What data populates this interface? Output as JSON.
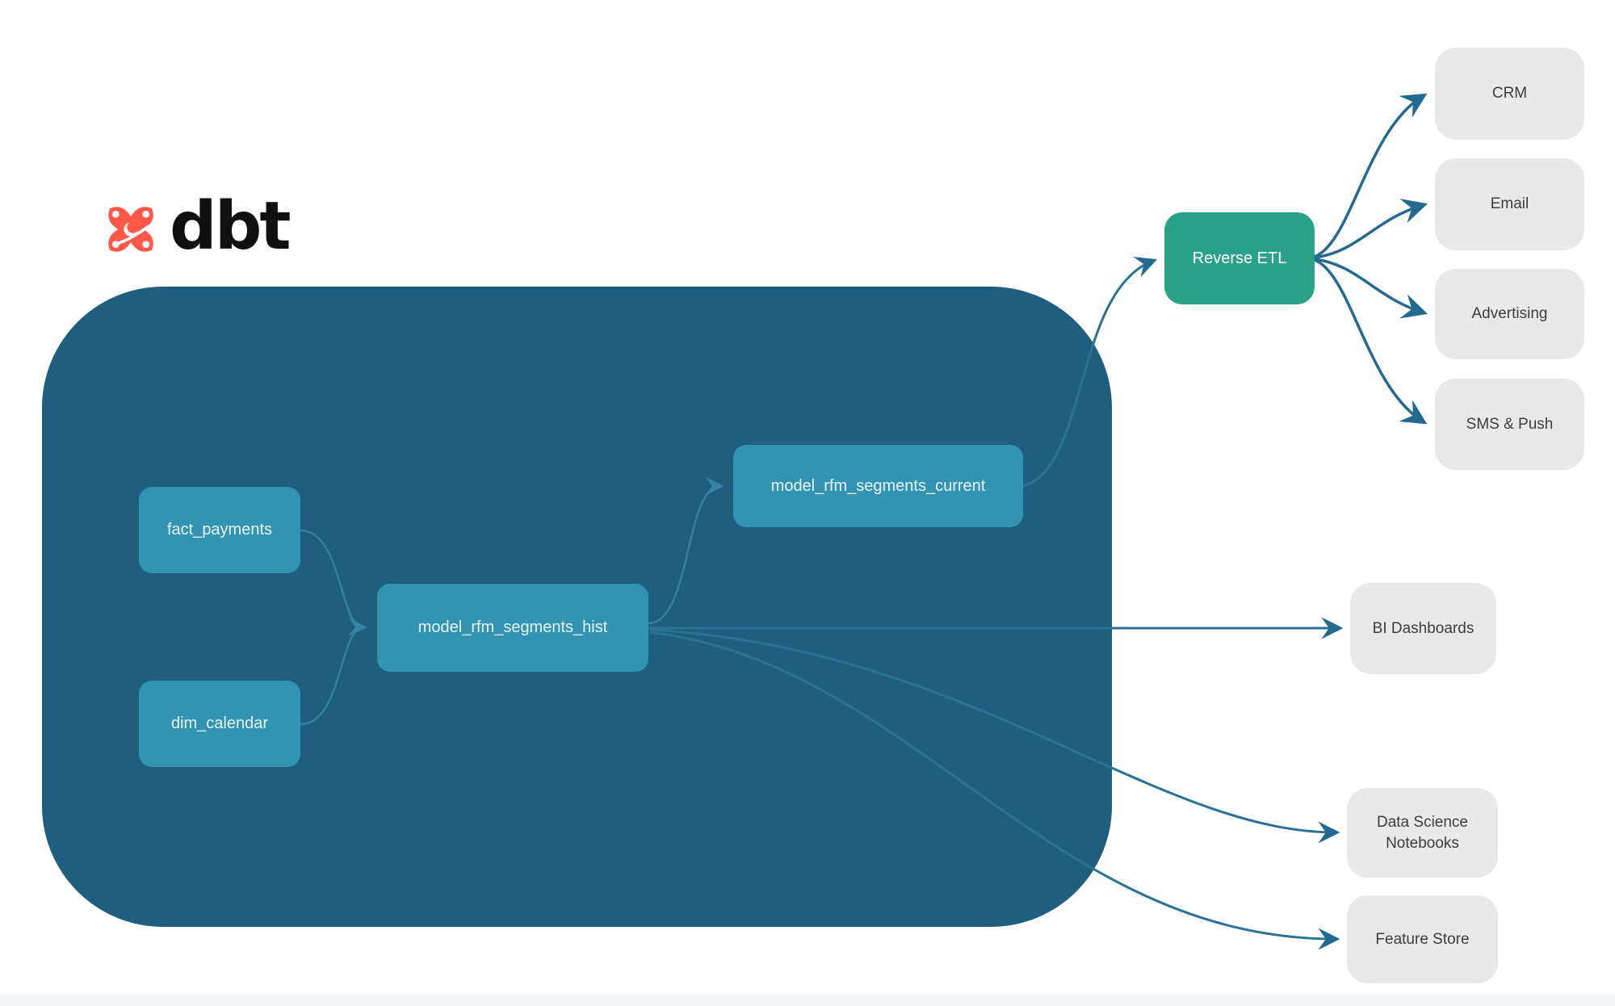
{
  "logo": {
    "brand": "dbt",
    "icon": "dbt-supernova-icon",
    "icon_color": "#ff5849",
    "text_color": "#101010"
  },
  "colors": {
    "warehouse_container": "#205e7d",
    "model_node": "#3293b3",
    "reverse_etl_node": "#2ba287",
    "destination_node": "#e9e9e9",
    "edge_outside": "#246a90",
    "edge_inside": "#35809f",
    "bottom_strip": "#f3f6f7"
  },
  "diagram": {
    "warehouse_nodes": [
      {
        "id": "fact_payments",
        "label": "fact_payments"
      },
      {
        "id": "dim_calendar",
        "label": "dim_calendar"
      },
      {
        "id": "model_rfm_segments_hist",
        "label": "model_rfm_segments_hist"
      },
      {
        "id": "model_rfm_segments_current",
        "label": "model_rfm_segments_current"
      }
    ],
    "reverse_etl": {
      "label": "Reverse ETL"
    },
    "destinations": [
      {
        "label": "CRM"
      },
      {
        "label": "Email"
      },
      {
        "label": "Advertising"
      },
      {
        "label": "SMS & Push"
      }
    ],
    "consumers": [
      {
        "label": "BI Dashboards"
      },
      {
        "label": "Data Science Notebooks"
      },
      {
        "label": "Feature Store"
      }
    ],
    "edges": [
      {
        "from": "fact_payments",
        "to": "model_rfm_segments_hist"
      },
      {
        "from": "dim_calendar",
        "to": "model_rfm_segments_hist"
      },
      {
        "from": "model_rfm_segments_hist",
        "to": "model_rfm_segments_current"
      },
      {
        "from": "model_rfm_segments_current",
        "to": "Reverse ETL"
      },
      {
        "from": "Reverse ETL",
        "to": "CRM"
      },
      {
        "from": "Reverse ETL",
        "to": "Email"
      },
      {
        "from": "Reverse ETL",
        "to": "Advertising"
      },
      {
        "from": "Reverse ETL",
        "to": "SMS & Push"
      },
      {
        "from": "model_rfm_segments_hist",
        "to": "BI Dashboards"
      },
      {
        "from": "model_rfm_segments_hist",
        "to": "Data Science Notebooks"
      },
      {
        "from": "model_rfm_segments_hist",
        "to": "Feature Store"
      }
    ]
  }
}
